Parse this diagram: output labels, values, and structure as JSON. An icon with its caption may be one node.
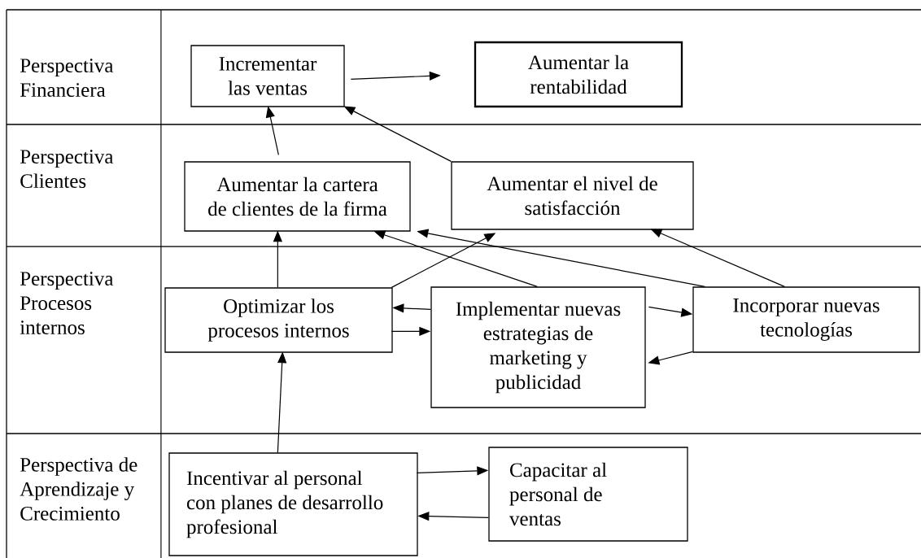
{
  "diagram": {
    "nodes": [
      {
        "text": [
          "Incrementar las ventas"
        ]
      },
      {
        "text": [
          "Aumentar la rentabilidad"
        ]
      },
      {
        "text": [
          "Aumentar la cartera de clientes de la firma"
        ]
      },
      {
        "text": [
          "Aumentar el nivel de satisfacción"
        ]
      },
      {
        "text": [
          "Optimizar los procesos internos"
        ]
      },
      {
        "text": [
          "Implementar nuevas estrategias de marketing y publicidad"
        ]
      },
      {
        "text": [
          "Incorporar nuevas tecnologías"
        ]
      },
      {
        "text": [
          "Incentivar al personal con planes de desarrollo profesional"
        ]
      },
      {
        "text": [
          "Capacitar al personal de ventas"
        ]
      }
    ],
    "edges": [
      {
        "from": 0,
        "to": 1,
        "arrow": "to"
      },
      {
        "from": 2,
        "to": 0,
        "arrow": "to"
      },
      {
        "from": 3,
        "to": 0,
        "arrow": "to"
      },
      {
        "from": 4,
        "to": 2,
        "arrow": "to"
      },
      {
        "from": 4,
        "to": 3,
        "arrow": "to"
      },
      {
        "from": 5,
        "to": 2,
        "arrow": "to"
      },
      {
        "from": 6,
        "to": 2,
        "arrow": "to"
      },
      {
        "from": 6,
        "to": 3,
        "arrow": "to"
      },
      {
        "from": 5,
        "to": 4,
        "arrow": "to"
      },
      {
        "from": 4,
        "to": 5,
        "arrow": "to"
      },
      {
        "from": 5,
        "to": 6,
        "arrow": "to"
      },
      {
        "from": 6,
        "to": 5,
        "arrow": "to"
      },
      {
        "from": 7,
        "to": 4,
        "arrow": "to"
      },
      {
        "from": 7,
        "to": 8,
        "arrow": "to"
      },
      {
        "from": 8,
        "to": 7,
        "arrow": "to"
      }
    ],
    "labels": [
      "Perspectiva Financiera",
      "Perspectiva Clientes",
      "Perspectiva Procesos internos",
      "Perspectiva de Aprendizaje y Crecimiento"
    ]
  }
}
